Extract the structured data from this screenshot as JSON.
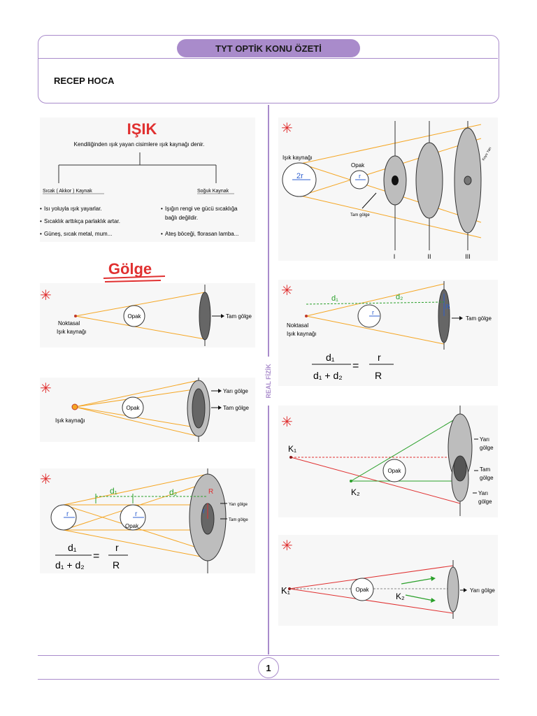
{
  "header": {
    "title": "TYT OPTİK KONU ÖZETİ",
    "author": "RECEP HOCA"
  },
  "side_label": "REAL FİZİK",
  "page_number": "1",
  "isik": {
    "title": "IŞIK",
    "definition": "Kendiliğinden ışık yayan cisimlere ışık kaynağı denir.",
    "hot_label": "Sıcak ( Akkor ) Kaynak",
    "cold_label": "Soğuk Kaynak",
    "hot_items": [
      "Isı yoluyla ışık yayarlar.",
      "Sıcaklık arttıkça parlaklık artar.",
      "Güneş, sıcak metal, mum..."
    ],
    "cold_items": [
      "Işığın rengi ve gücü sıcaklığa",
      "bağlı değildir.",
      "Ateş böceği, florasan lamba..."
    ]
  },
  "golge_title": "Gölge",
  "labels": {
    "opak": "Opak",
    "tam_golge": "Tam gölge",
    "yari_golge": "Yarı gölge",
    "noktasal": "Noktasal",
    "isik_kaynagi": "Işık kaynağı",
    "yari": "Yarı",
    "golge": "gölge",
    "tam": "Tam",
    "koyu_yari": "Koyu Yarı",
    "r": "r",
    "two_r": "2r",
    "R": "R",
    "d1": "d₁",
    "d2": "d₂",
    "d1_formula": "d₁",
    "d1_plus_d2": "d₁ + d₂",
    "eq": "=",
    "K1": "K₁",
    "K2": "K₂",
    "roman": [
      "I",
      "II",
      "III"
    ],
    "star": "✳"
  },
  "colors": {
    "accent": "#a98bcb",
    "orange": "#f5a623",
    "red": "#e03030",
    "green": "#2aa02a",
    "shadow_dark": "#666666",
    "shadow_light": "#bdbdbd"
  }
}
